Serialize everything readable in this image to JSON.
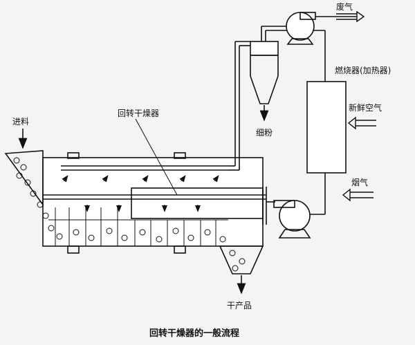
{
  "labels": {
    "feed": "进料",
    "dryer": "回转干燥器",
    "fine_powder": "细粉",
    "exhaust": "废气",
    "burner": "燃烧器(加热器)",
    "fresh_air": "新鲜空气",
    "flue_gas": "烟气",
    "product": "干产品",
    "caption": "回转干燥器的一般流程"
  }
}
